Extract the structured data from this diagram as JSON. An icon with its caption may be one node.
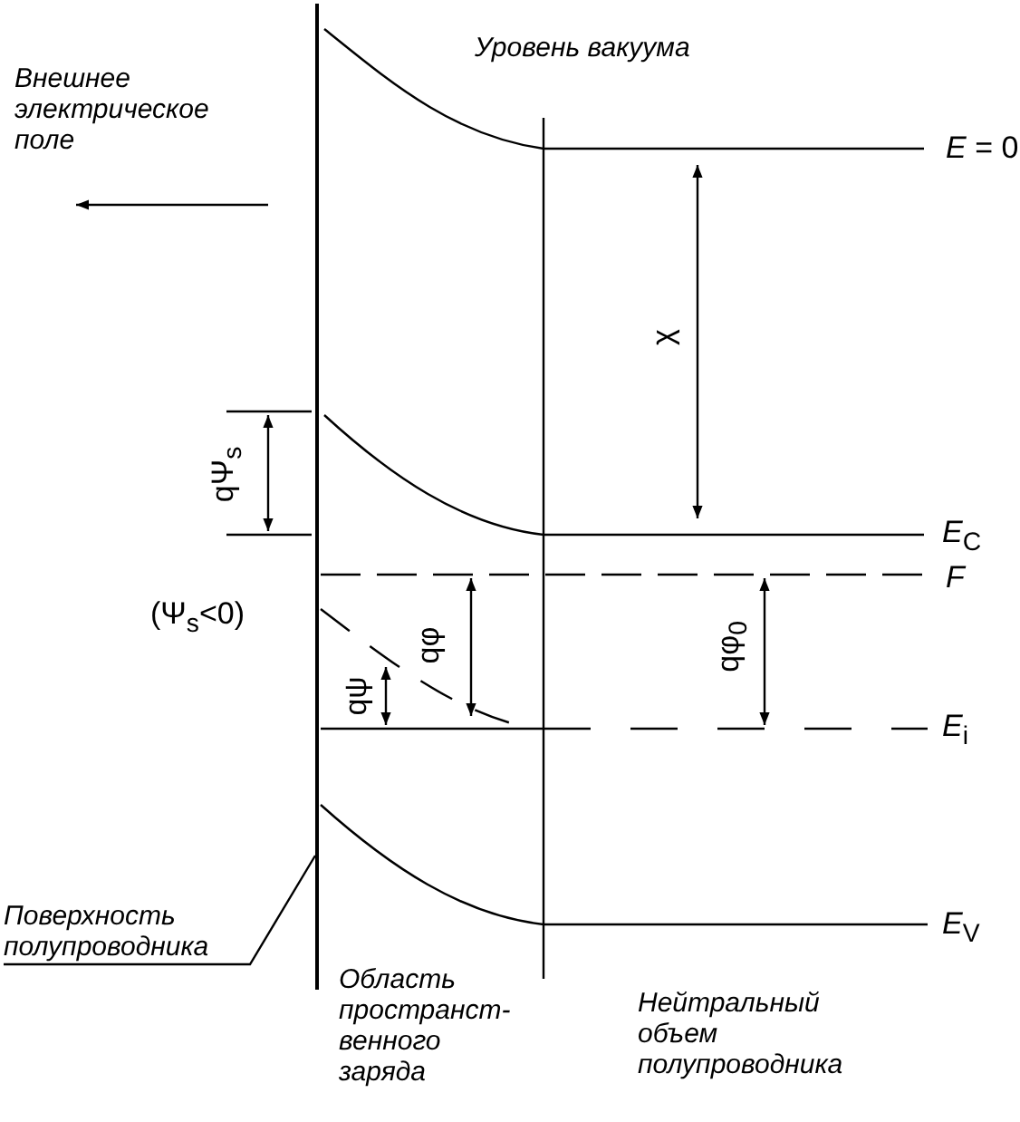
{
  "diagram": {
    "nodes": [
      {
        "text": [
          "Поверхность полупроводника"
        ]
      },
      {
        "text": [],
        "shape": "bar"
      }
    ],
    "edges": [
      {
        "from": 0,
        "to": 1,
        "arrow": "none"
      }
    ],
    "labels": [
      "Уровень вакуума",
      "Внешнее электрическое поле",
      "*E* = 0",
      "χ",
      "qΨ$_{s}$",
      "*E*$_{C}$",
      "*F*",
      "(Ψ$_{s}$<0)",
      "qφ",
      "qφ$_{0}$",
      "qψ",
      "*E*$_{i}$",
      "*E*$_{V}$",
      "Область пространст- венного заряда",
      "Нейтральный объем полупроводника"
    ]
  }
}
